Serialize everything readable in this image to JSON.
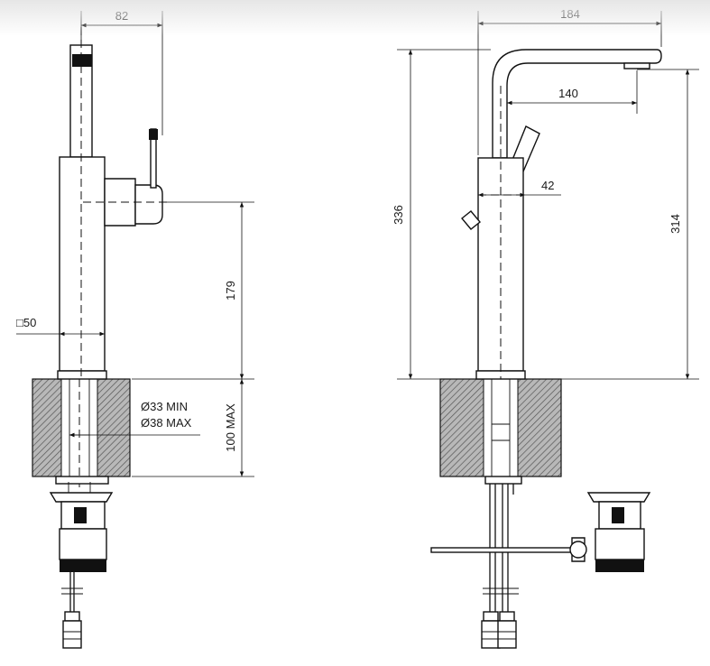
{
  "drawing": {
    "side_view": {
      "top_width": "82",
      "height_above_deck": "179",
      "body_square": "□50",
      "hole_min": "Ø33 MIN",
      "hole_max": "Ø38 MAX",
      "deck_thickness": "100 MAX"
    },
    "front_view": {
      "overall_reach": "184",
      "spout_projection": "140",
      "body_offset": "42",
      "total_height": "336",
      "outlet_height": "314"
    }
  },
  "colors": {
    "line": "#111111",
    "hatch": "#666666",
    "background": "#ffffff"
  }
}
